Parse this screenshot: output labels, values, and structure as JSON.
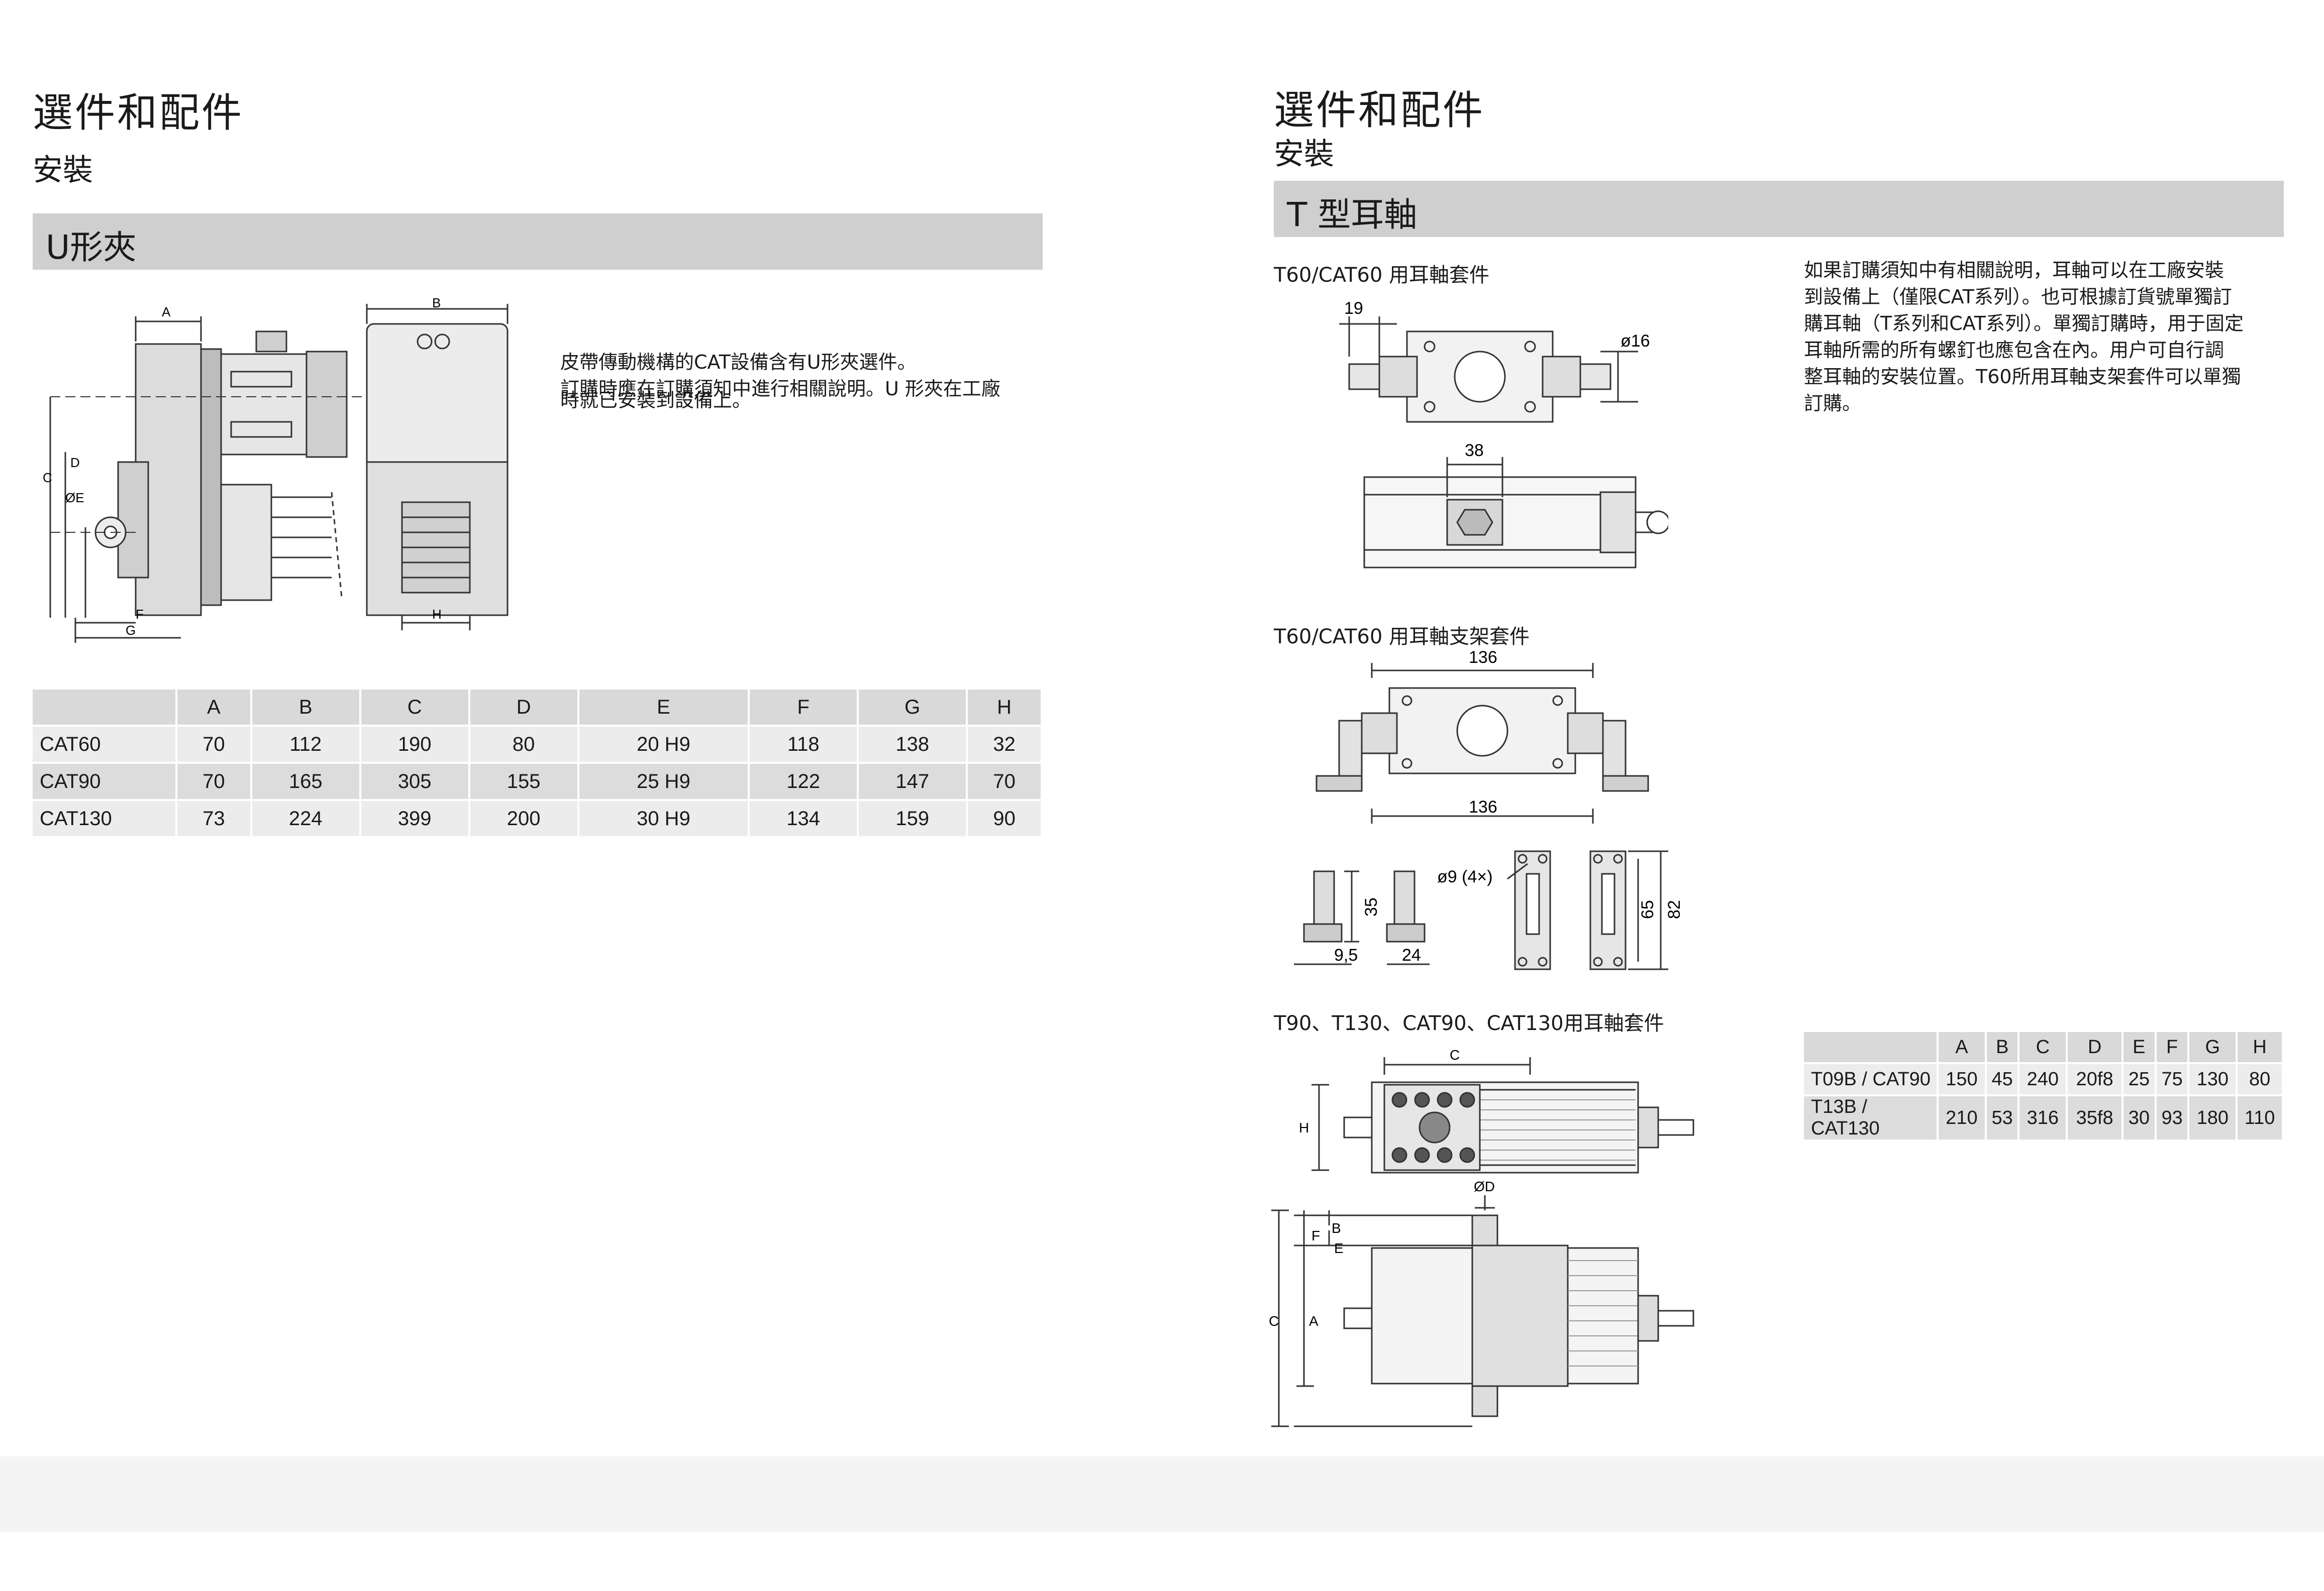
{
  "left": {
    "title": "選件和配件",
    "subtitle": "安裝",
    "section": "U形夾",
    "description_lines": [
      "皮帶傳動機構的CAT設備含有U形夾選件。",
      "訂購時應在訂購須知中進行相關說明。U 形夾在工廠",
      "時就已安裝到設備上。"
    ],
    "drawing_labels": {
      "a": "A",
      "b": "B",
      "c": "C",
      "d": "D",
      "e": "ØE",
      "f": "F",
      "g": "G",
      "h": "H"
    },
    "table": {
      "headers": [
        "",
        "A",
        "B",
        "C",
        "D",
        "E",
        "F",
        "G",
        "H"
      ],
      "rows": [
        [
          "CAT60",
          "70",
          "112",
          "190",
          "80",
          "20 H9",
          "118",
          "138",
          "32"
        ],
        [
          "CAT90",
          "70",
          "165",
          "305",
          "155",
          "25 H9",
          "122",
          "147",
          "70"
        ],
        [
          "CAT130",
          "73",
          "224",
          "399",
          "200",
          "30 H9",
          "134",
          "159",
          "90"
        ]
      ]
    }
  },
  "right": {
    "title": "選件和配件",
    "subtitle": "安裝",
    "section": "T 型耳軸",
    "caption1": "T60/CAT60 用耳軸套件",
    "caption2": "T60/CAT60 用耳軸支架套件",
    "caption3": "T90、T130、CAT90、CAT130用耳軸套件",
    "description_lines": [
      "如果訂購須知中有相關說明，耳軸可以在工廠安裝",
      "到設備上（僅限CAT系列）。也可根據訂貨號單獨訂",
      "購耳軸（T系列和CAT系列）。單獨訂購時，用于固定",
      "耳軸所需的所有螺釘也應包含在內。用户可自行調",
      "整耳軸的安裝位置。T60所用耳軸支架套件可以單獨",
      "訂購。"
    ],
    "dims1": {
      "d19": "19",
      "d16": "ø16",
      "d38": "38"
    },
    "dims2": {
      "d136a": "136",
      "d136b": "136",
      "d35": "35",
      "d95": "9,5",
      "d24": "24",
      "d9": "ø9 (4×)",
      "d65": "65",
      "d82": "82"
    },
    "dims3": {
      "c": "C",
      "h": "H",
      "d": "ØD",
      "b": "B",
      "f": "F",
      "e": "E",
      "c2": "C",
      "a": "A"
    },
    "table": {
      "headers": [
        "",
        "A",
        "B",
        "C",
        "D",
        "E",
        "F",
        "G",
        "H"
      ],
      "rows": [
        [
          "T09B / CAT90",
          "150",
          "45",
          "240",
          "20f8",
          "25",
          "75",
          "130",
          "80"
        ],
        [
          "T13B / CAT130",
          "210",
          "53",
          "316",
          "35f8",
          "30",
          "93",
          "180",
          "110"
        ]
      ]
    }
  }
}
